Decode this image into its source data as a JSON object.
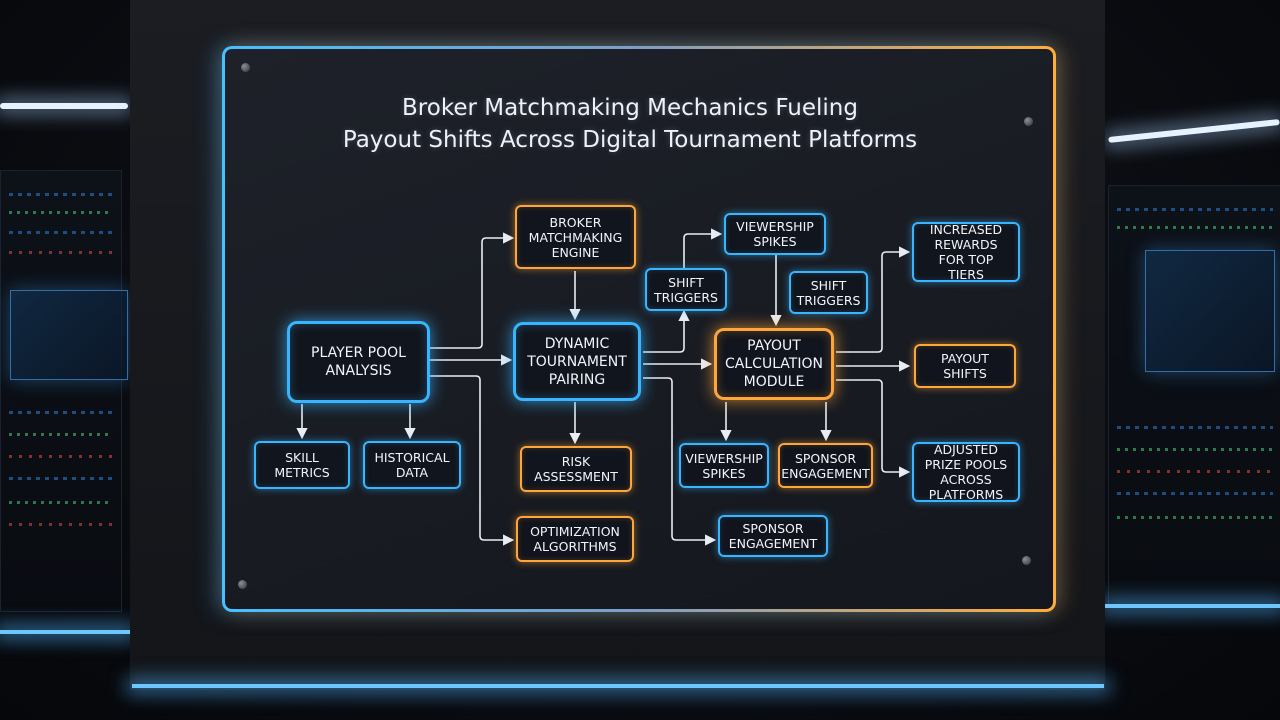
{
  "title": {
    "line1": "Broker Matchmaking Mechanics Fueling",
    "line2": "Payout Shifts Across Digital Tournament Platforms"
  },
  "nodes": {
    "player_pool": "Player Pool Analysis",
    "skill_metrics": "Skill Metrics",
    "historical_data": "Historical Data",
    "broker_engine": "Broker Matchmaking Engine",
    "dynamic_pairing": "Dynamic Tournament Pairing",
    "risk_assessment": "Risk Assessment",
    "optimization": "Optimization Algorithms",
    "shift_triggers_1": "Shift Triggers",
    "viewership_top": "Viewership Spikes",
    "shift_triggers_2": "Shift Triggers",
    "payout_module": "Payout Calculation Module",
    "viewership_bottom": "Viewership Spikes",
    "sponsor_engagement_1": "Sponsor Engagement",
    "sponsor_engagement_2": "Sponsor Engagement",
    "increased_rewards": "Increased Rewards for Top Tiers",
    "payout_shifts": "Payout Shifts",
    "adjusted_prize": "Adjusted Prize Pools Across Platforms"
  },
  "colors": {
    "blue": "#39b4ff",
    "orange": "#ffa53a",
    "arrow": "#e8edf4"
  }
}
